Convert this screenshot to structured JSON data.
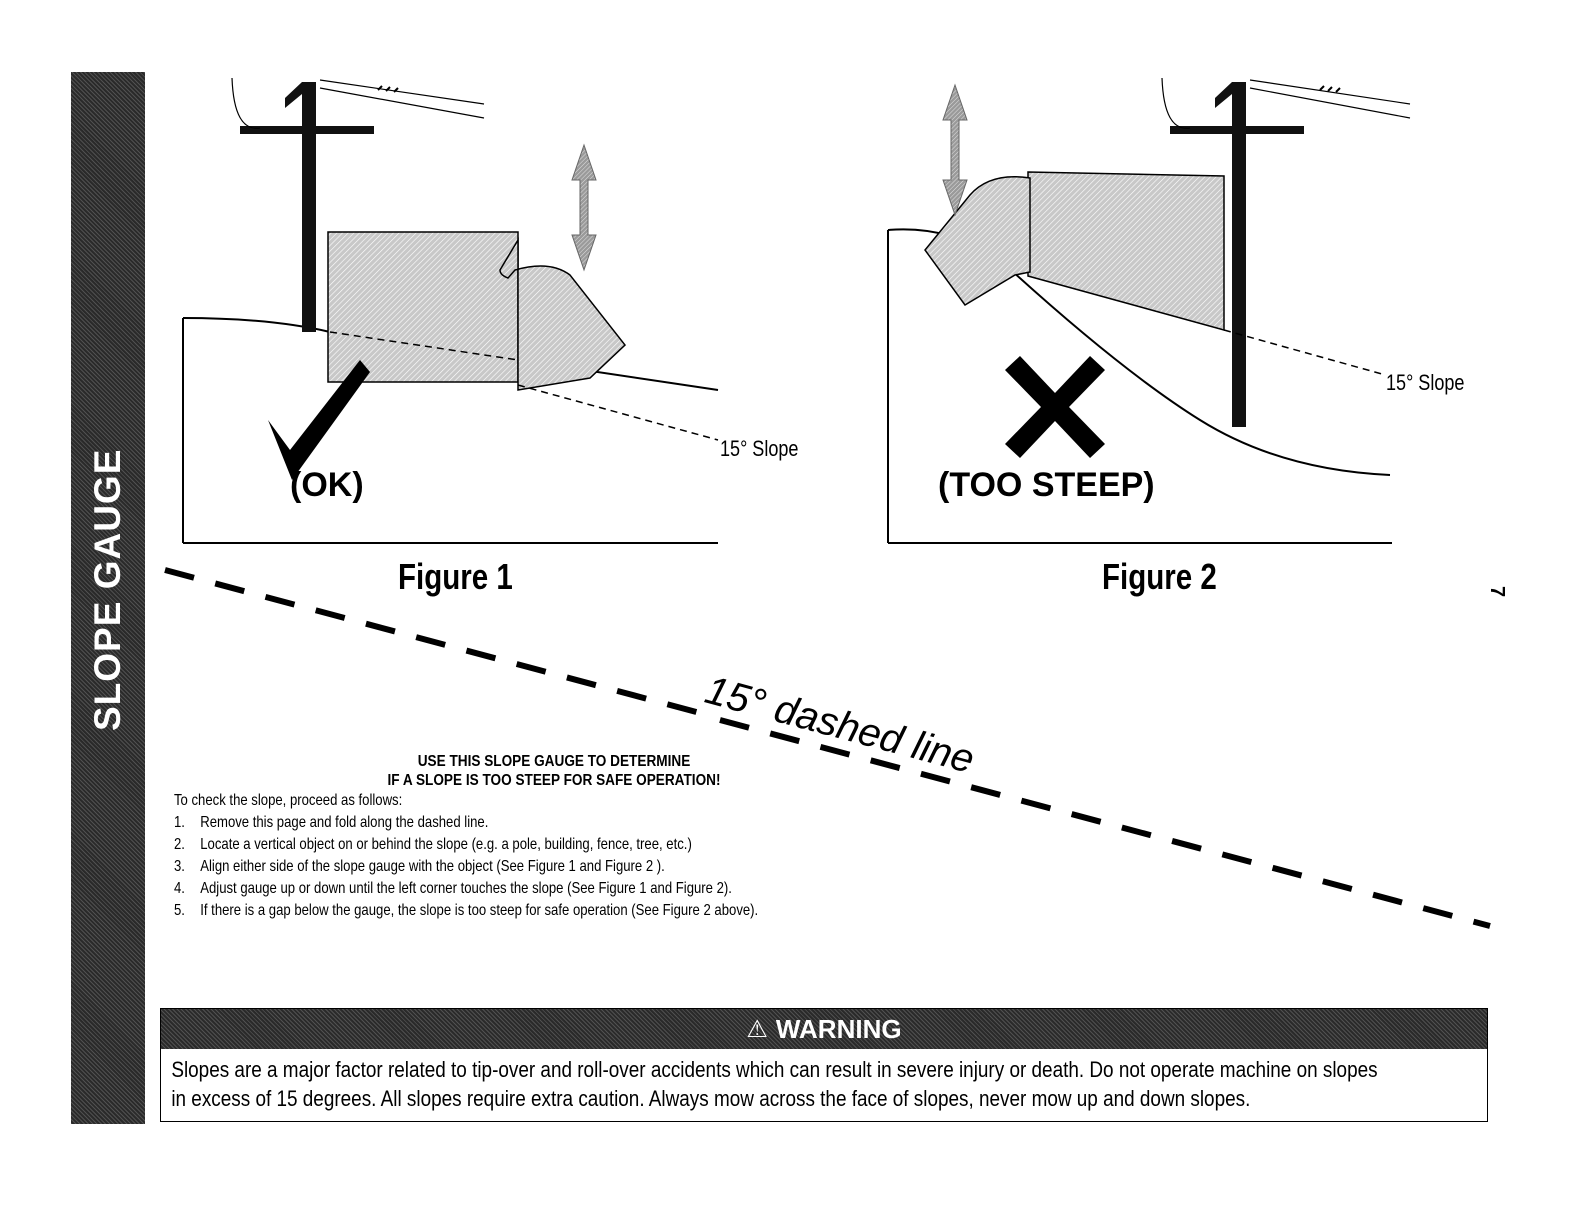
{
  "side_tab": {
    "label": "SLOPE GAUGE"
  },
  "figure1": {
    "caption": "Figure 1",
    "verdict": "(OK)",
    "slope_label": "15° Slope"
  },
  "figure2": {
    "caption": "Figure 2",
    "verdict": "(TOO STEEP)",
    "slope_label": "15° Slope"
  },
  "gauge": {
    "dashed_line_label": "15° dashed line"
  },
  "instructions": {
    "heading_line1": "USE THIS SLOPE GAUGE TO DETERMINE",
    "heading_line2": "IF A SLOPE IS TOO STEEP FOR SAFE OPERATION!",
    "intro": "To check the slope, proceed as follows:",
    "steps": [
      {
        "num": "1.",
        "text": "Remove this page and fold along the dashed line."
      },
      {
        "num": "2.",
        "text": "Locate a vertical object on or behind the slope (e.g. a pole, building, fence,  tree, etc.)"
      },
      {
        "num": "3.",
        "text": "Align either side of the slope gauge with the object (See Figure 1 and Figure 2 )."
      },
      {
        "num": "4.",
        "text": "Adjust gauge up or down until the left corner touches the slope (See Figure 1 and Figure 2)."
      },
      {
        "num": "5.",
        "text": "If there is a gap below the gauge, the slope is too steep for safe operation (See Figure 2 above)."
      }
    ]
  },
  "warning": {
    "title": "WARNING",
    "icon": "warning-triangle-icon",
    "text_line1": "Slopes are a major factor related to tip-over and roll-over accidents which can result in severe injury or death. Do not operate machine on slopes",
    "text_line2": "in excess of 15 degrees. All slopes require extra caution. Always mow across the face of slopes, never mow up and down slopes."
  },
  "page_number": "7"
}
